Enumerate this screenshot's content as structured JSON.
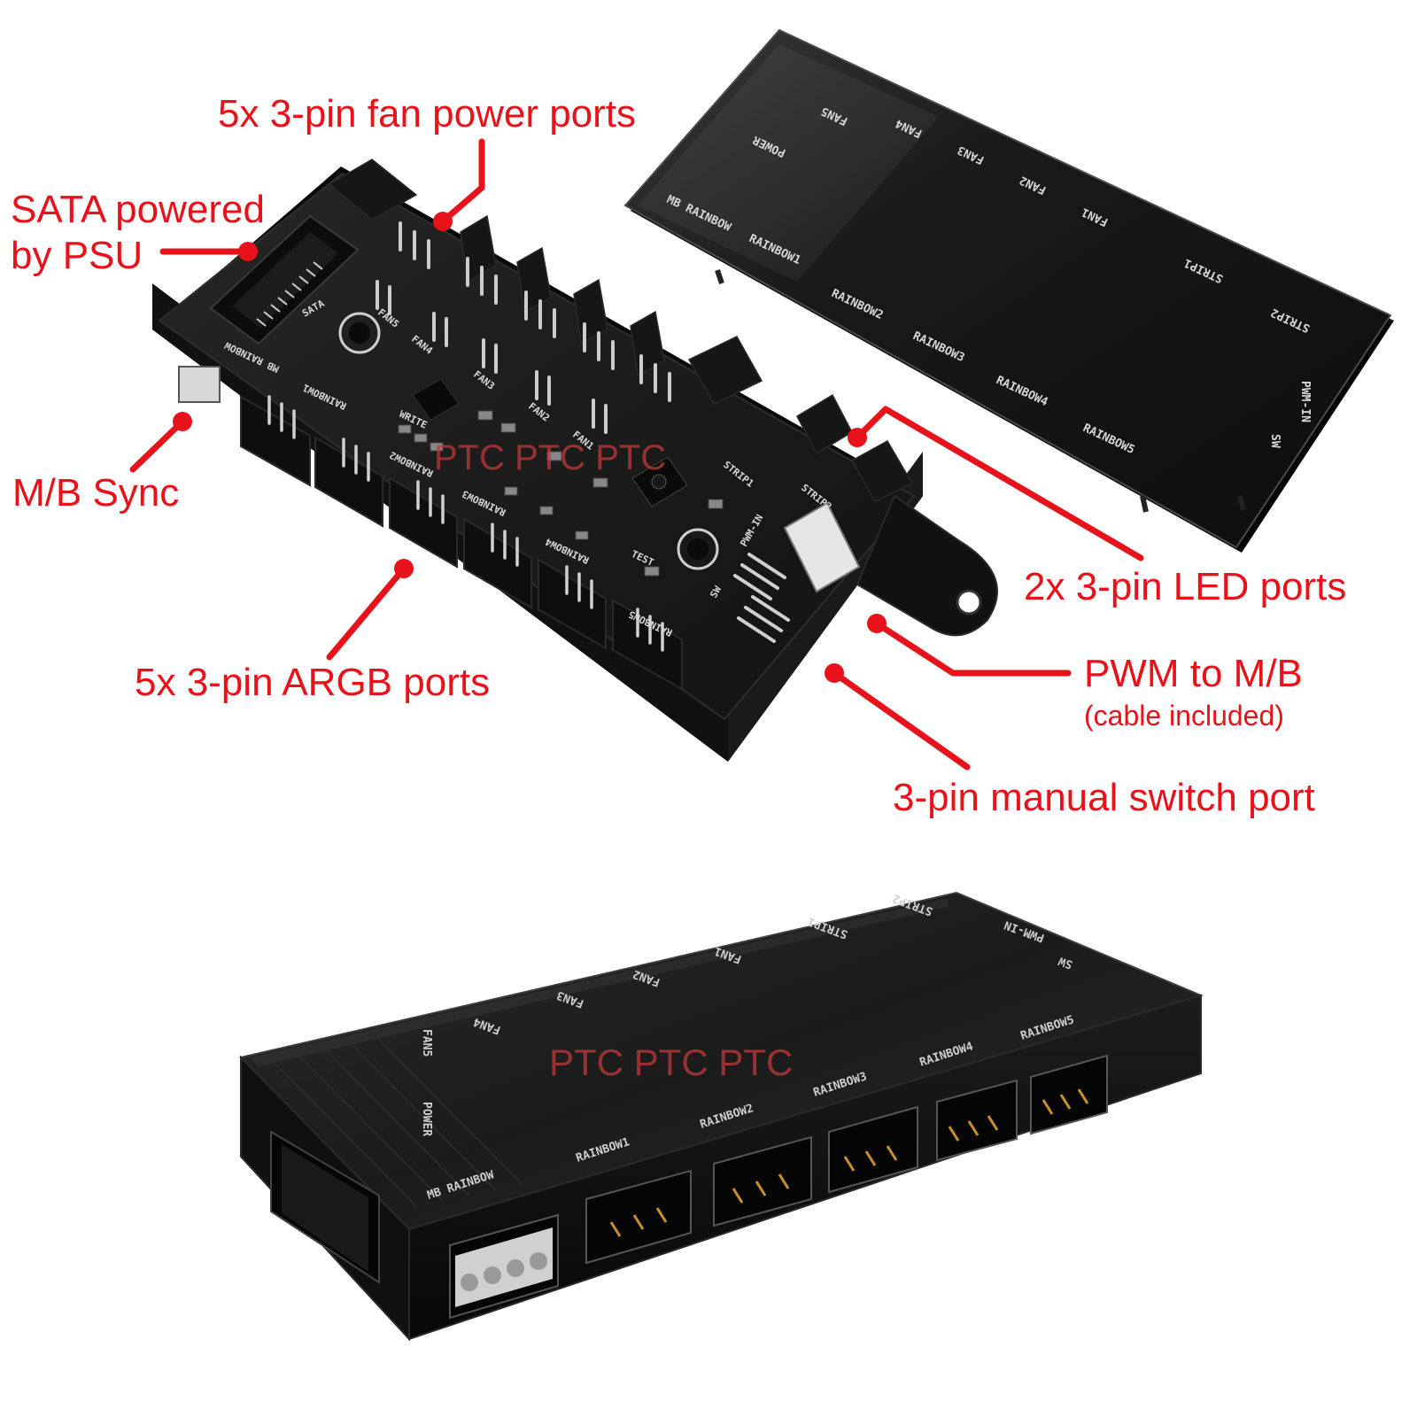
{
  "callouts": {
    "fan_power": "5x 3-pin fan power ports",
    "sata_line1": "SATA powered",
    "sata_line2": "by PSU",
    "mb_sync": "M/B Sync",
    "argb": "5x 3-pin ARGB ports",
    "led": "2x 3-pin LED ports",
    "pwm": "PWM to M/B",
    "pwm_note": "(cable included)",
    "switch": "3-pin manual switch port"
  },
  "lid_labels": {
    "fan5": "FAN5",
    "fan4": "FAN4",
    "fan3": "FAN3",
    "fan2": "FAN2",
    "fan1": "FAN1",
    "power": "POWER",
    "mb_rainbow": "MB RAINBOW",
    "rainbow1": "RAINBOW1",
    "rainbow2": "RAINBOW2",
    "rainbow3": "RAINBOW3",
    "rainbow4": "RAINBOW4",
    "rainbow5": "RAINBOW5",
    "strip1": "STRIP1",
    "strip2": "STRIP2",
    "pwm_in": "PWM-IN",
    "sw": "SW"
  },
  "pcb_labels": {
    "sata": "SATA",
    "fan5": "FAN5",
    "fan4": "FAN4",
    "fan3": "FAN3",
    "fan2": "FAN2",
    "fan1": "FAN1",
    "write": "WRITE",
    "rainbow1": "RAINBOW1",
    "rainbow2": "RAINBOW2",
    "rainbow3": "RAINBOW3",
    "rainbow4": "RAINBOW4",
    "rainbow5": "RAINBOW5",
    "mb_rainbow": "MB RAINBOW",
    "strip1": "STRIP1",
    "strip2": "STRIP2",
    "pwm_in": "PWM-IN",
    "test": "TEST",
    "sw": "SW"
  },
  "box_labels": {
    "fan5": "FAN5",
    "fan4": "FAN4",
    "fan3": "FAN3",
    "fan2": "FAN2",
    "fan1": "FAN1",
    "strip1": "STRIP1",
    "strip2": "STRIP2",
    "pwm_in": "PWM-IN",
    "sw": "SW",
    "power": "POWER",
    "mb_rainbow": "MB RAINBOW",
    "rainbow1": "RAINBOW1",
    "rainbow2": "RAINBOW2",
    "rainbow3": "RAINBOW3",
    "rainbow4": "RAINBOW4",
    "rainbow5": "RAINBOW5"
  },
  "watermark": {
    "pcb": "PTC PTC PTC",
    "box": "PTC PTC PTC"
  },
  "colors": {
    "callout": "#e8121a",
    "watermark": "#c23a3a",
    "body": "#141414",
    "silk": "#d8d8d8",
    "pin": "#c8902a"
  }
}
